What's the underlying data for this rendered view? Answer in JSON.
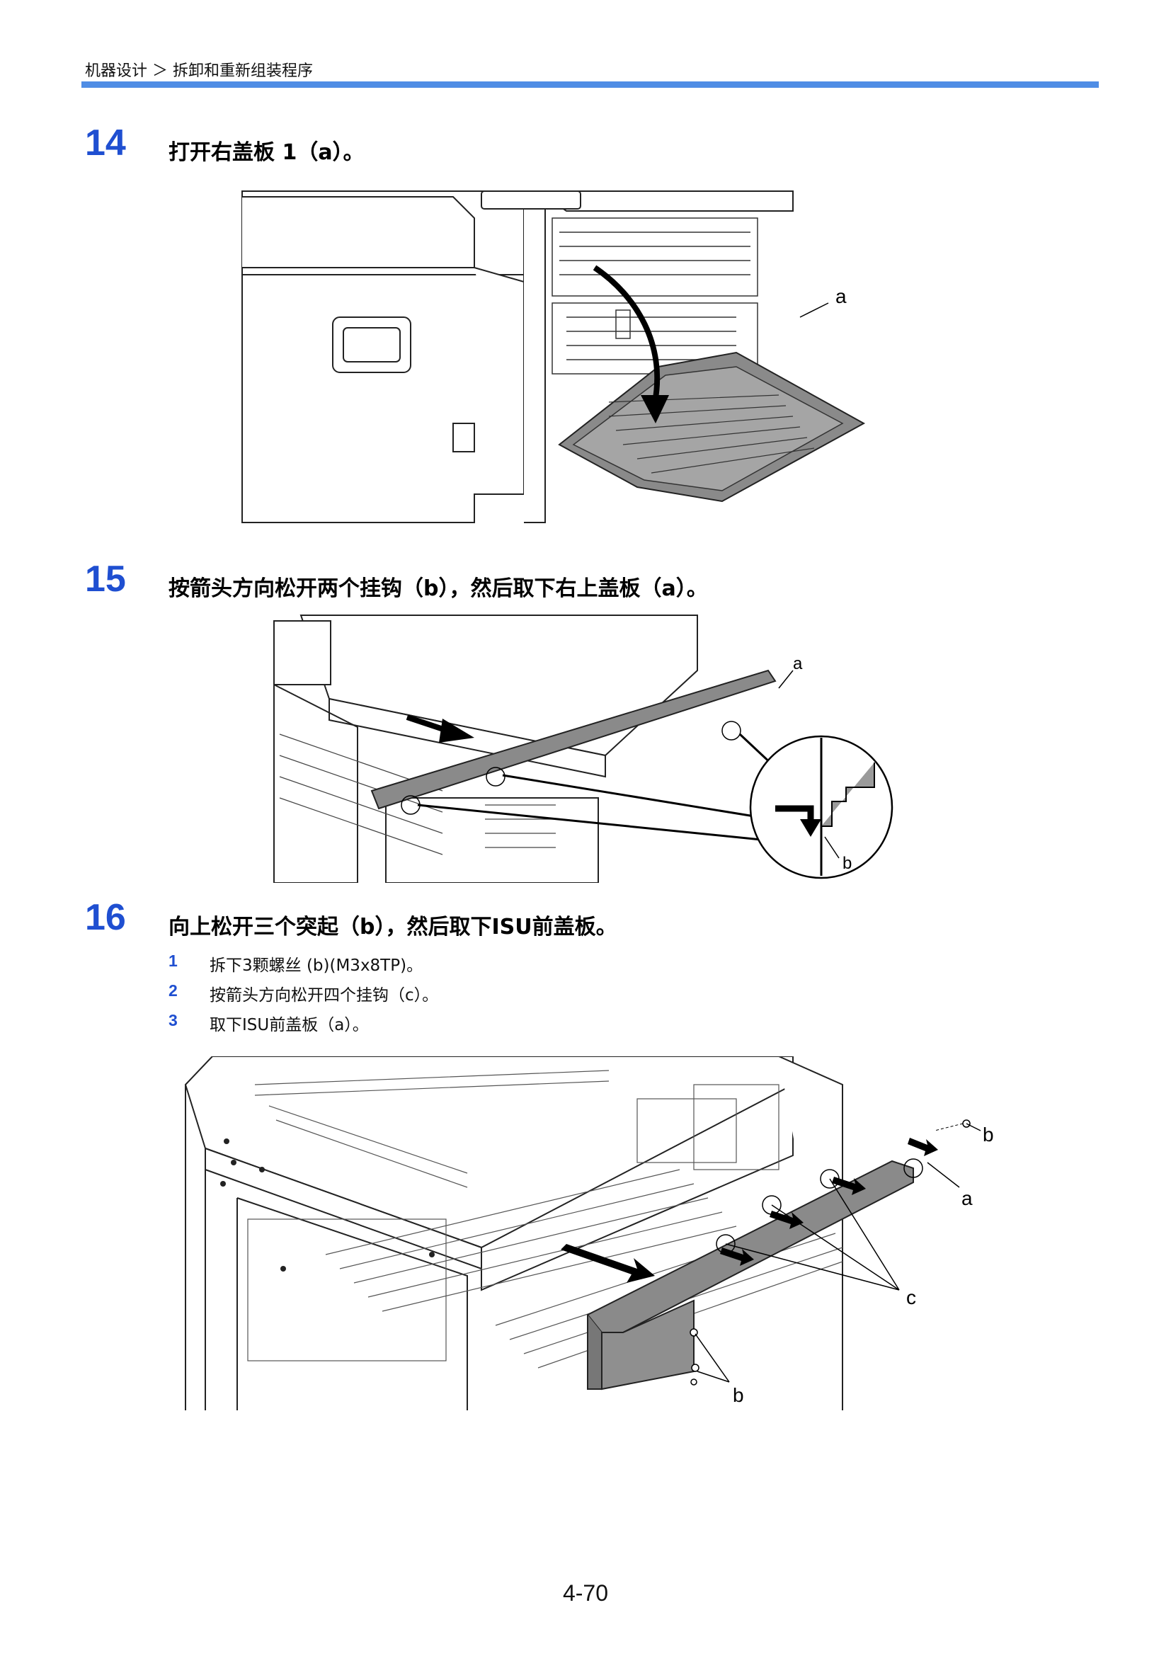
{
  "header": {
    "breadcrumb": "机器设计 ＞ 拆卸和重新组装程序"
  },
  "steps": [
    {
      "number": "14",
      "text": "打开右盖板 1（a）。"
    },
    {
      "number": "15",
      "text": "按箭头方向松开两个挂钩（b），然后取下右上盖板（a）。"
    },
    {
      "number": "16",
      "text": "向上松开三个突起（b），然后取下ISU前盖板。",
      "substeps": [
        {
          "number": "1",
          "text": "拆下3颗螺丝 (b)(M3x8TP)。"
        },
        {
          "number": "2",
          "text": "按箭头方向松开四个挂钩（c）。"
        },
        {
          "number": "3",
          "text": "取下ISU前盖板（a）。"
        }
      ]
    }
  ],
  "figures": {
    "fig14": {
      "labels": [
        "a"
      ]
    },
    "fig15": {
      "labels": [
        "a",
        "b"
      ]
    },
    "fig16": {
      "labels": [
        "b",
        "a",
        "c",
        "b"
      ]
    }
  },
  "footer": {
    "page_number": "4-70"
  },
  "colors": {
    "accent": "#1f4fd1",
    "rule": "#4f8de5",
    "part_fill": "#8a8a8a"
  },
  "icons": {
    "arrow": "release-arrow-icon"
  }
}
